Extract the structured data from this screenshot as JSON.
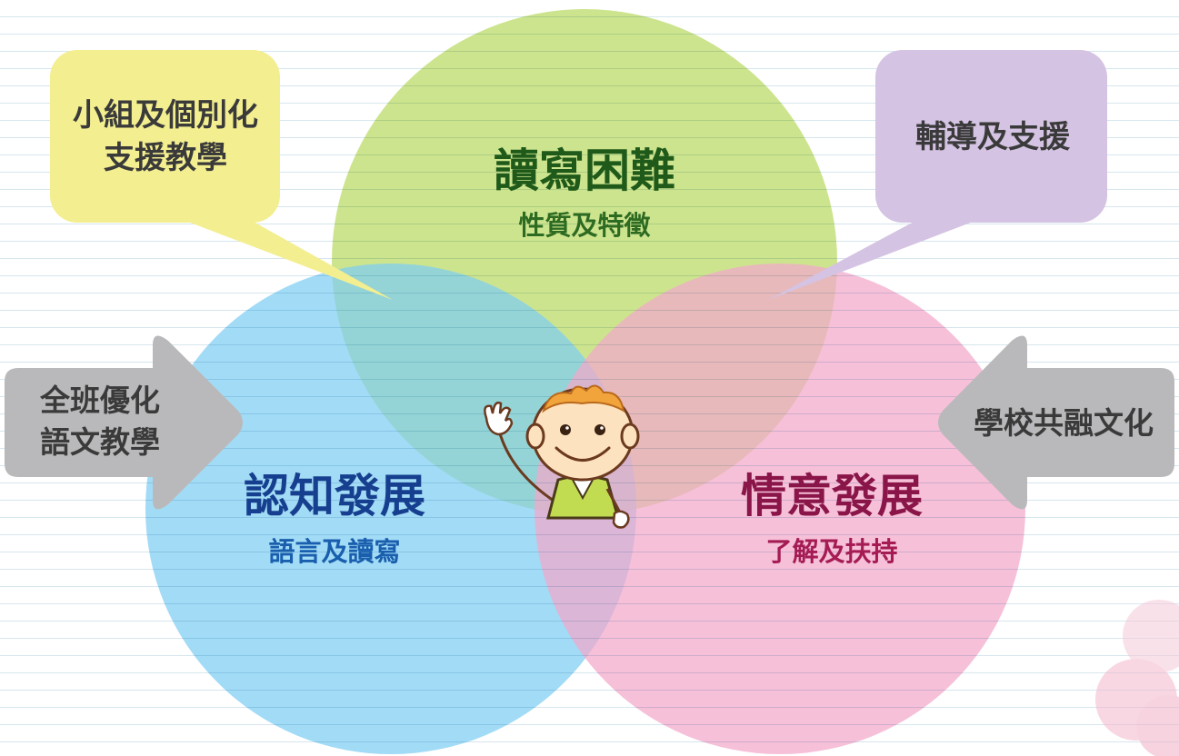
{
  "circles": {
    "top": {
      "title": "讀寫困難",
      "subtitle": "性質及特徵",
      "fill": "#bfdc6e",
      "title_color": "#1f5a1a",
      "subtitle_color": "#2e6b22"
    },
    "left": {
      "title": "認知發展",
      "subtitle": "語言及讀寫",
      "fill": "#7ecdf3",
      "title_color": "#16408f",
      "subtitle_color": "#1a5fae"
    },
    "right": {
      "title": "情意發展",
      "subtitle": "了解及扶持",
      "fill": "#f2a8cb",
      "title_color": "#8a1548",
      "subtitle_color": "#a51c54"
    }
  },
  "callouts": {
    "yellow": {
      "line1": "小組及個別化",
      "line2": "支援教學",
      "fill": "#f3ee8f"
    },
    "purple": {
      "text": "輔導及支援",
      "fill": "#d4c3e2"
    }
  },
  "arrows": {
    "left": {
      "line1": "全班優化",
      "line2": "語文教學",
      "fill": "#b9b9bb"
    },
    "right": {
      "text": "學校共融文化",
      "fill": "#b9b9bb"
    }
  },
  "text_color": "#3a3a3a",
  "character": "waving-child-illustration"
}
